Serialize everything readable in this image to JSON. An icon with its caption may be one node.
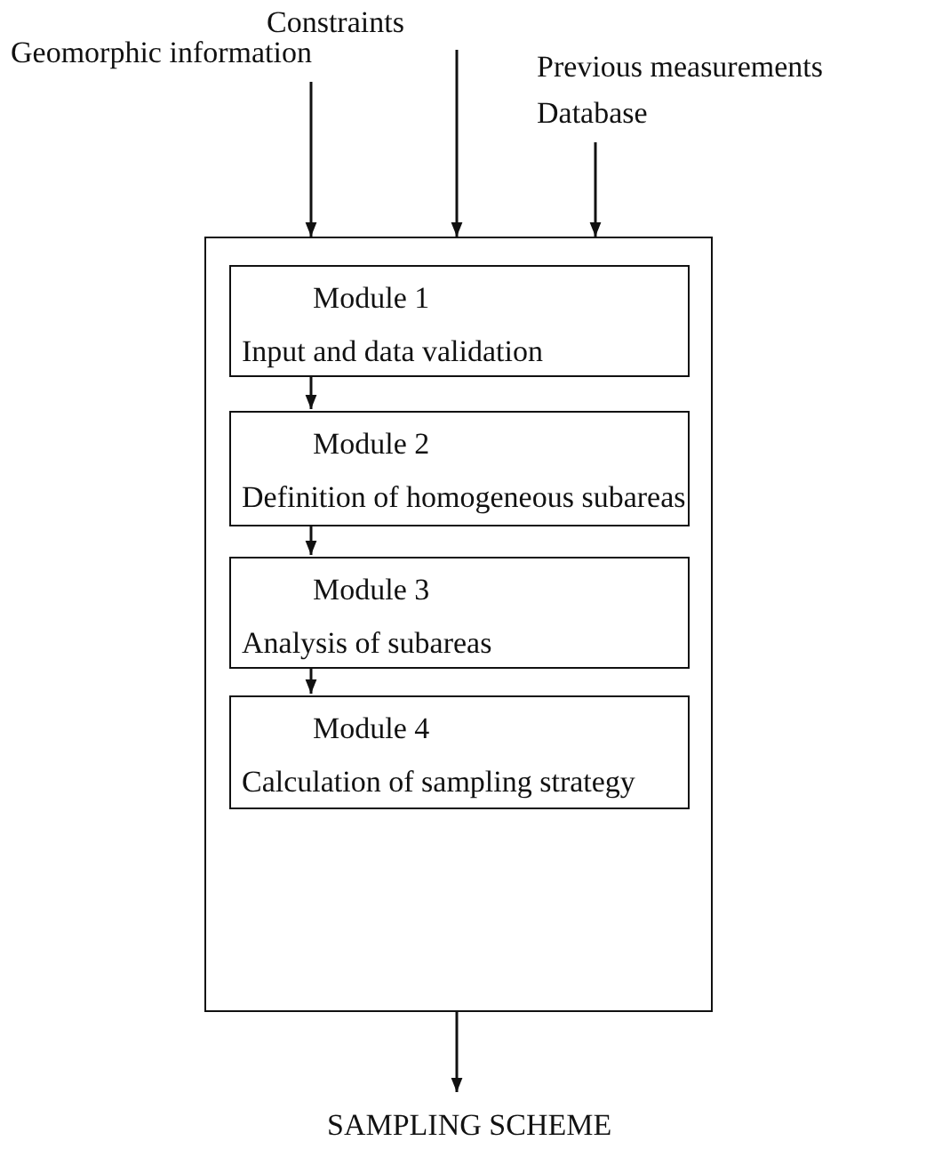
{
  "diagram": {
    "nodes": [
      {
        "text": [
          "Geomorphic information"
        ]
      },
      {
        "text": [
          "Constraints"
        ]
      },
      {
        "text": [
          "Previous measurements",
          "Database"
        ]
      },
      {
        "text": [],
        "shape": "box"
      },
      {
        "text": [
          "Module 1",
          "Input and data validation"
        ],
        "in": 3
      },
      {
        "text": [
          "Module 2",
          "Definition of homogeneous subareas"
        ],
        "in": 3
      },
      {
        "text": [
          "Module 3",
          "Analysis of subareas"
        ],
        "in": 3
      },
      {
        "text": [
          "Module 4",
          "Calculation of sampling strategy"
        ],
        "in": 3
      },
      {
        "text": [
          "SAMPLING SCHEME"
        ]
      }
    ],
    "edges": [
      {
        "from": 0,
        "to": 3,
        "arrow": "to"
      },
      {
        "from": 1,
        "to": 3,
        "arrow": "to"
      },
      {
        "from": 2,
        "to": 3,
        "arrow": "to"
      },
      {
        "from": 4,
        "to": 5,
        "arrow": "to"
      },
      {
        "from": 5,
        "to": 6,
        "arrow": "to"
      },
      {
        "from": 6,
        "to": 7,
        "arrow": "to"
      },
      {
        "from": 3,
        "to": 8,
        "arrow": "to"
      }
    ]
  }
}
